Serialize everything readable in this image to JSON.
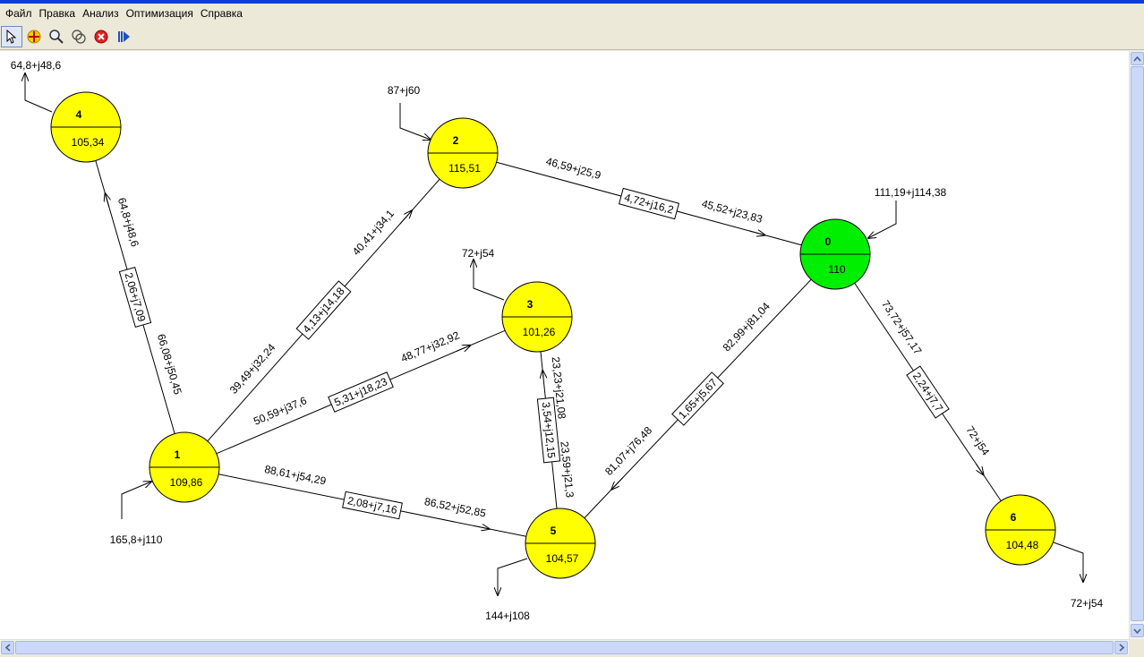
{
  "menu": [
    "Файл",
    "Правка",
    "Анализ",
    "Оптимизация",
    "Справка"
  ],
  "toolbar": [
    {
      "name": "pointer-icon",
      "active": true
    },
    {
      "name": "add-node-icon",
      "active": false
    },
    {
      "name": "zoom-icon",
      "active": false
    },
    {
      "name": "connect-icon",
      "active": false
    },
    {
      "name": "delete-icon",
      "active": false
    },
    {
      "name": "run-icon",
      "active": false
    }
  ],
  "colors": {
    "node": "#ffff00",
    "balance_node": "#00ee00"
  },
  "nodes": [
    {
      "id": "0",
      "voltage": "110",
      "balance": true
    },
    {
      "id": "1",
      "voltage": "109,86"
    },
    {
      "id": "2",
      "voltage": "115,51"
    },
    {
      "id": "3",
      "voltage": "101,26"
    },
    {
      "id": "4",
      "voltage": "105,34"
    },
    {
      "id": "5",
      "voltage": "104,57"
    },
    {
      "id": "6",
      "voltage": "104,48"
    }
  ],
  "branches": [
    {
      "from": "1",
      "to": "4",
      "loss": "2,06+j7,09",
      "flow_start": "66,08+j50,45",
      "flow_end": "64,8+j48,6"
    },
    {
      "from": "1",
      "to": "2",
      "loss": "4,13+j14,18",
      "flow_start": "39,49+j32,24",
      "flow_end": "40,41+j34,1"
    },
    {
      "from": "2",
      "to": "0",
      "loss": "4,72+j16,2",
      "flow_start": "46,59+j25,9",
      "flow_end": "45,52+j23,83"
    },
    {
      "from": "1",
      "to": "3",
      "loss": "5,31+j18,23",
      "flow_start": "50,59+j37,6",
      "flow_end": "48,77+j32,92"
    },
    {
      "from": "1",
      "to": "5",
      "loss": "2,08+j7,16",
      "flow_start": "88,61+j54,29",
      "flow_end": "86,52+j52,85"
    },
    {
      "from": "5",
      "to": "3",
      "loss": "3,54+j12,15",
      "flow_start": "23,59+j21,3",
      "flow_end": "23,23+j21,08"
    },
    {
      "from": "0",
      "to": "5",
      "loss": "1,65+j5,67",
      "flow_start": "82,99+j81,04",
      "flow_end": "81,07+j76,48"
    },
    {
      "from": "0",
      "to": "6",
      "loss": "2,24+j7,7",
      "flow_start": "73,72+j57,17",
      "flow_end": "72+j54"
    }
  ],
  "injections": [
    {
      "node": "4",
      "label": "64,8+j48,6",
      "direction": "out"
    },
    {
      "node": "2",
      "label": "87+j60",
      "direction": "in"
    },
    {
      "node": "3",
      "label": "72+j54",
      "direction": "out"
    },
    {
      "node": "0",
      "label": "111,19+j114,38",
      "direction": "in"
    },
    {
      "node": "1",
      "label": "165,8+j110",
      "direction": "in"
    },
    {
      "node": "5",
      "label": "144+j108",
      "direction": "out"
    },
    {
      "node": "6",
      "label": "72+j54",
      "direction": "out"
    }
  ]
}
